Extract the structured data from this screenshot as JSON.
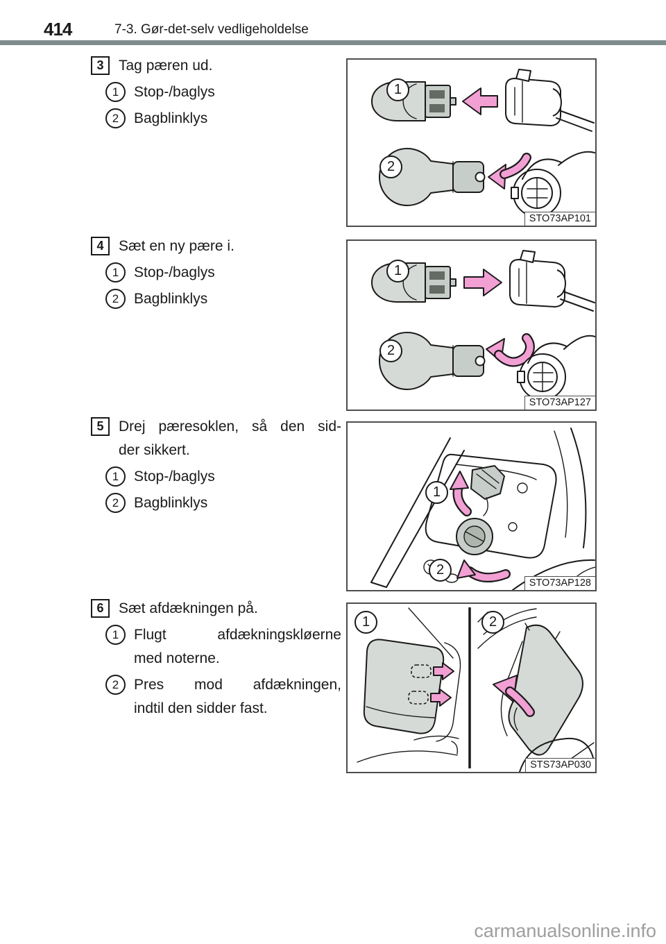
{
  "header": {
    "page_number": "414",
    "section_title": "7-3. Gør-det-selv vedligeholdelse"
  },
  "steps": [
    {
      "number": "3",
      "heading_lines": [
        "Tag pæren ud."
      ],
      "items": [
        {
          "marker": "1",
          "lines": [
            "Stop-/baglys"
          ]
        },
        {
          "marker": "2",
          "lines": [
            "Bagblinklys"
          ]
        }
      ],
      "figure": {
        "label": "STO73AP101",
        "callouts": [
          "1",
          "2"
        ]
      }
    },
    {
      "number": "4",
      "heading_lines": [
        "Sæt en ny pære i."
      ],
      "items": [
        {
          "marker": "1",
          "lines": [
            "Stop-/baglys"
          ]
        },
        {
          "marker": "2",
          "lines": [
            "Bagblinklys"
          ]
        }
      ],
      "figure": {
        "label": "STO73AP127",
        "callouts": [
          "1",
          "2"
        ]
      }
    },
    {
      "number": "5",
      "heading_lines": [
        "Drej pæresoklen, så den sid-",
        "der sikkert."
      ],
      "items": [
        {
          "marker": "1",
          "lines": [
            "Stop-/baglys"
          ]
        },
        {
          "marker": "2",
          "lines": [
            "Bagblinklys"
          ]
        }
      ],
      "figure": {
        "label": "STO73AP128",
        "callouts": [
          "1",
          "2"
        ]
      }
    },
    {
      "number": "6",
      "heading_lines": [
        "Sæt afdækningen på."
      ],
      "items": [
        {
          "marker": "1",
          "lines": [
            "Flugt afdækningskløerne",
            "med noterne."
          ]
        },
        {
          "marker": "2",
          "lines": [
            "Pres mod afdækningen,",
            "indtil den sidder fast."
          ]
        }
      ],
      "figure": {
        "label": "STS73AP030",
        "callouts": [
          "1",
          "2"
        ]
      }
    }
  ],
  "watermark": "carmanualsonline.info",
  "colors": {
    "accent_pink": "#f29fd4",
    "rule_gray": "#7e8c8c",
    "part_gray": "#d5dad6",
    "watermark_gray": "#9e9e9e"
  }
}
